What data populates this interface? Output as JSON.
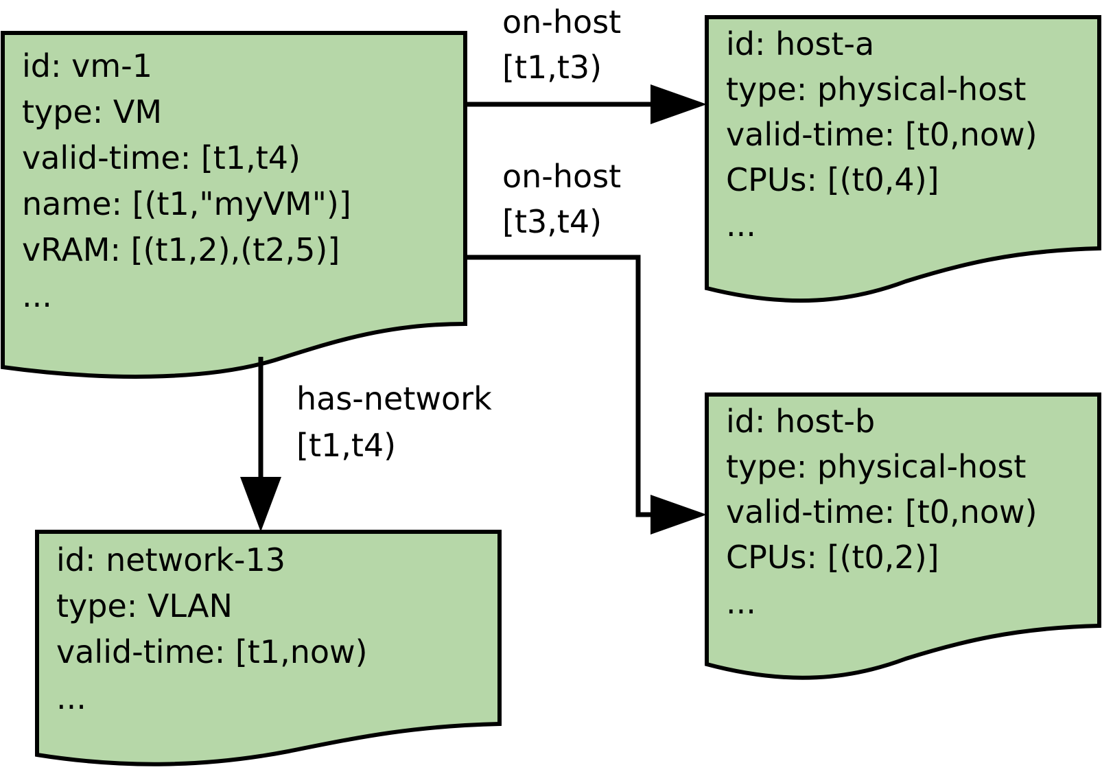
{
  "colors": {
    "node_fill": "#b6d7a8",
    "stroke": "#000000",
    "background": "#ffffff"
  },
  "nodes": {
    "vm": {
      "lines": [
        "id: vm-1",
        "type: VM",
        "valid-time: [t1,t4)",
        "name: [(t1,\"myVM\")]",
        "vRAM: [(t1,2),(t2,5)]",
        "..."
      ]
    },
    "host_a": {
      "lines": [
        "id: host-a",
        "type: physical-host",
        "valid-time: [t0,now)",
        "CPUs: [(t0,4)]",
        "..."
      ]
    },
    "host_b": {
      "lines": [
        "id: host-b",
        "type: physical-host",
        "valid-time: [t0,now)",
        "CPUs: [(t0,2)]",
        "..."
      ]
    },
    "network": {
      "lines": [
        "id: network-13",
        "type: VLAN",
        "valid-time: [t1,now)",
        "..."
      ]
    }
  },
  "edges": {
    "vm_host_a": {
      "label": "on-host",
      "interval": "[t1,t3)"
    },
    "vm_host_b": {
      "label": "on-host",
      "interval": "[t3,t4)"
    },
    "vm_network": {
      "label": "has-network",
      "interval": "[t1,t4)"
    }
  }
}
